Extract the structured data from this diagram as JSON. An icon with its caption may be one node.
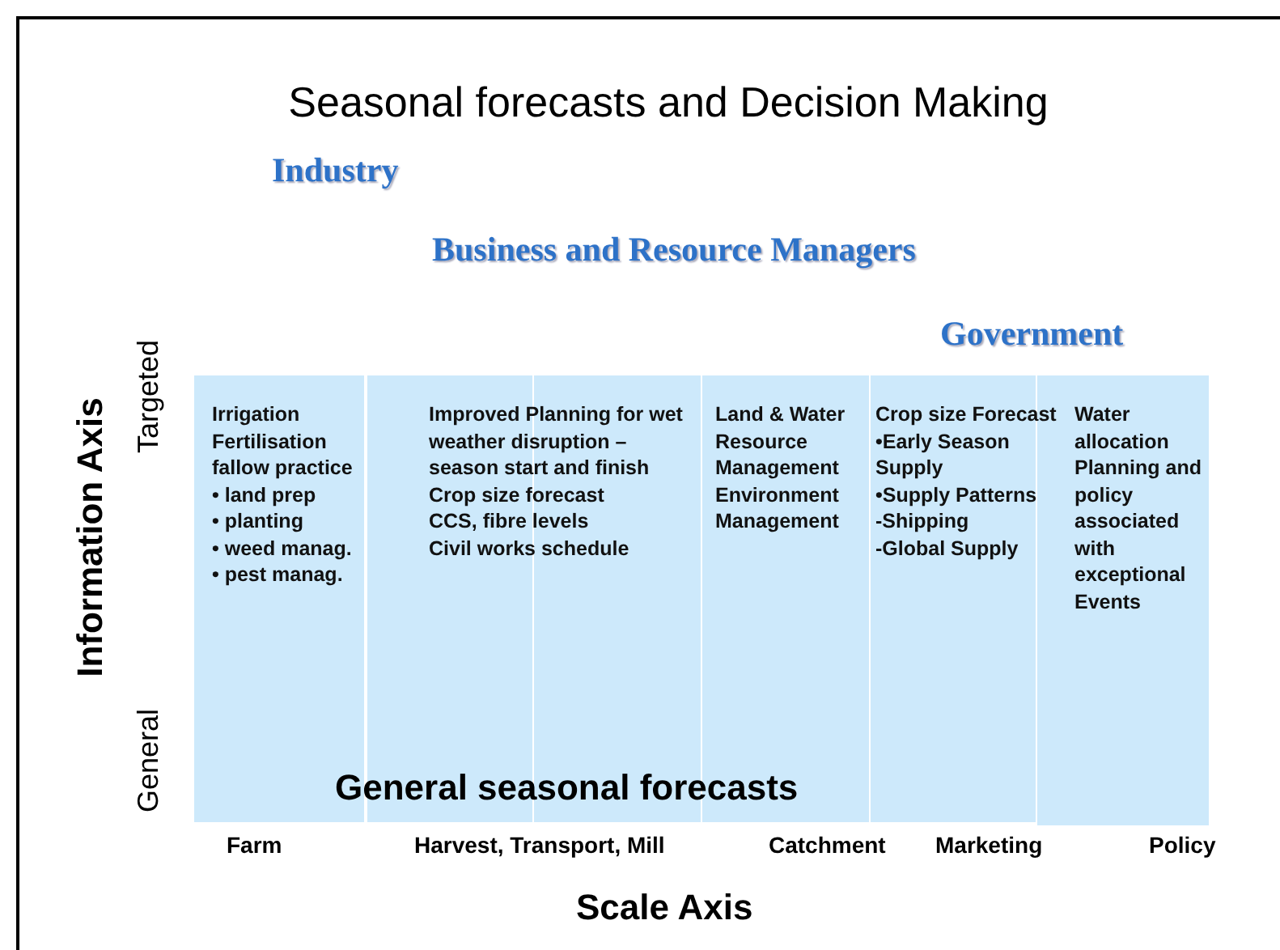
{
  "diagram": {
    "title": "Seasonal forecasts and Decision Making",
    "nodes": [
      {
        "text": [
          "Irrigation",
          "Fertilisation",
          "fallow practice",
          "• land prep",
          "• planting",
          "• weed manag.",
          "• pest manag."
        ]
      },
      {
        "text": [
          "Improved Planning for wet weather disruption – season start and finish",
          "Crop size forecast",
          "CCS, fibre levels",
          "Civil works schedule"
        ]
      },
      {
        "text": [
          "Land & Water Resource Management",
          "Environment Management"
        ]
      },
      {
        "text": [
          "Crop size Forecast",
          "•Early Season Supply",
          "•Supply Patterns",
          "-Shipping",
          "-Global Supply"
        ]
      },
      {
        "text": [
          "Water allocation",
          "Planning and policy associated with exceptional Events"
        ]
      }
    ],
    "labels": [
      "Industry",
      "Business and Resource Managers",
      "Government",
      "Targeted",
      "Information Axis",
      "General",
      "General seasonal forecasts",
      "Farm",
      "Harvest, Transport, Mill",
      "Catchment",
      "Marketing",
      "Policy",
      "Scale Axis"
    ]
  }
}
